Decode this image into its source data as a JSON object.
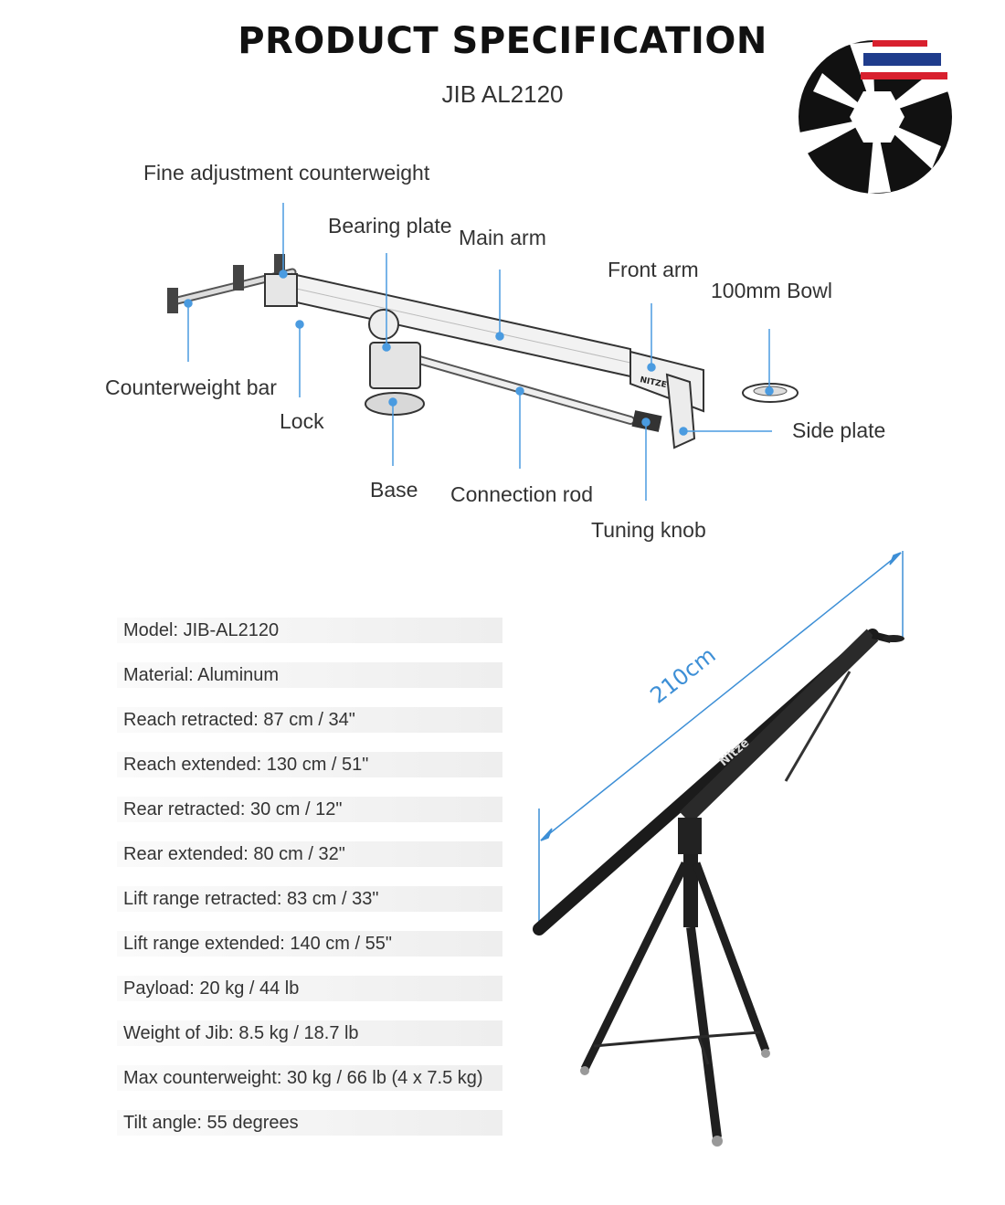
{
  "header": {
    "title": "PRODUCT SPECIFICATION",
    "subtitle": "JIB AL2120"
  },
  "diagram": {
    "labels": {
      "fine_adjustment": "Fine adjustment counterweight",
      "bearing_plate": "Bearing plate",
      "main_arm": "Main arm",
      "front_arm": "Front arm",
      "bowl": "100mm Bowl",
      "counterweight_bar": "Counterweight bar",
      "lock": "Lock",
      "side_plate": "Side plate",
      "base": "Base",
      "connection_rod": "Connection rod",
      "tuning_knob": "Tuning knob"
    },
    "arm_brand": "NITZE"
  },
  "specs": [
    "Model: JIB-AL2120",
    "Material: Aluminum",
    "Reach retracted: 87 cm / 34\"",
    "Reach extended: 130 cm / 51\"",
    "Rear retracted: 30 cm / 12\"",
    "Rear extended: 80 cm / 32\"",
    "Lift range retracted: 83 cm / 33\"",
    "Lift range extended: 140 cm / 55\"",
    "Payload: 20 kg / 44 lb",
    "Weight of Jib: 8.5 kg / 18.7 lb",
    "Max counterweight: 30 kg / 66 lb (4 x 7.5 kg)",
    "Tilt angle: 55 degrees"
  ],
  "photo": {
    "dimension_label": "210cm",
    "brand": "Nitze"
  },
  "colors": {
    "leader_line": "#4a9be0",
    "dimension": "#3d8fd6",
    "logo_red": "#d8202e",
    "logo_blue": "#1f3c8c"
  }
}
